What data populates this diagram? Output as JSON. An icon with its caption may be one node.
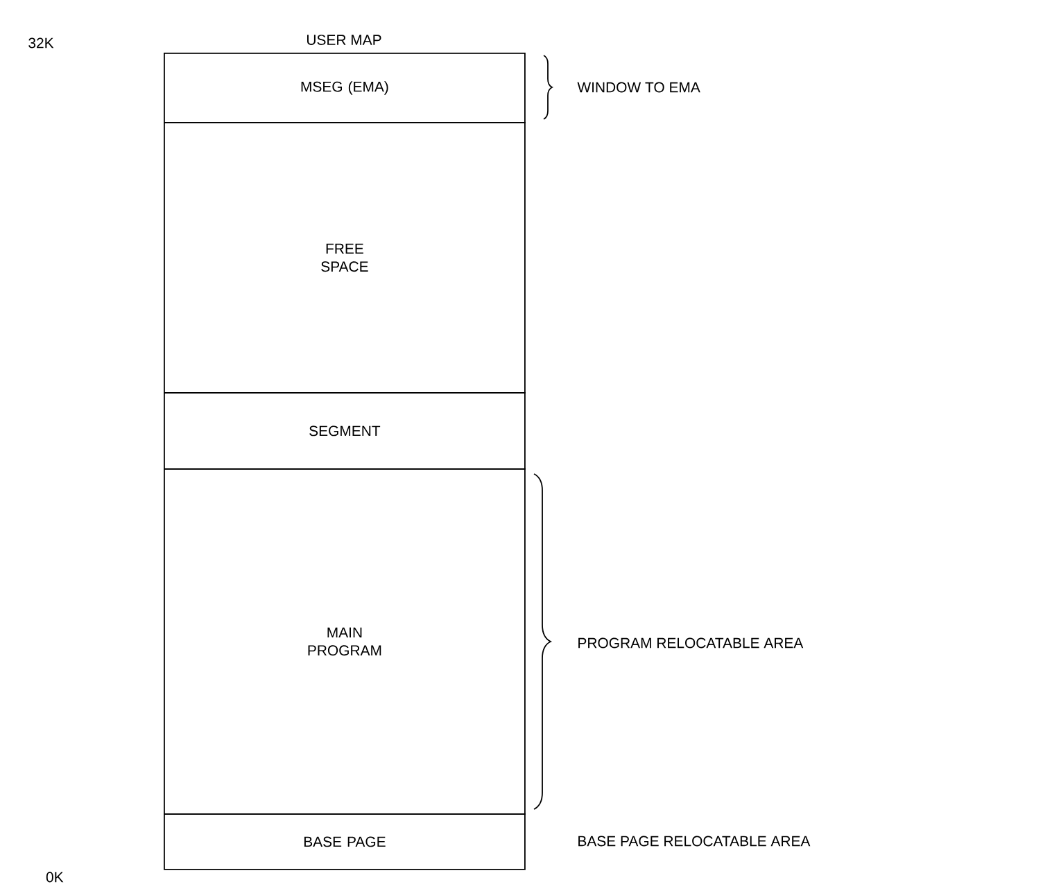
{
  "diagram": {
    "title": "USER MAP",
    "nodes": [
      {
        "text": [
          "MSEG (EMA)"
        ]
      },
      {
        "text": [
          "FREE SPACE"
        ]
      },
      {
        "text": [
          "SEGMENT"
        ]
      },
      {
        "text": [
          "MAIN PROGRAM"
        ]
      },
      {
        "text": [
          "BASE PAGE"
        ]
      }
    ],
    "edges": [],
    "labels": [
      "32K",
      "WINDOW TO EMA",
      "PROGRAM RELOCATABLE AREA",
      "BASE PAGE RELOCATABLE AREA",
      "0K"
    ]
  }
}
